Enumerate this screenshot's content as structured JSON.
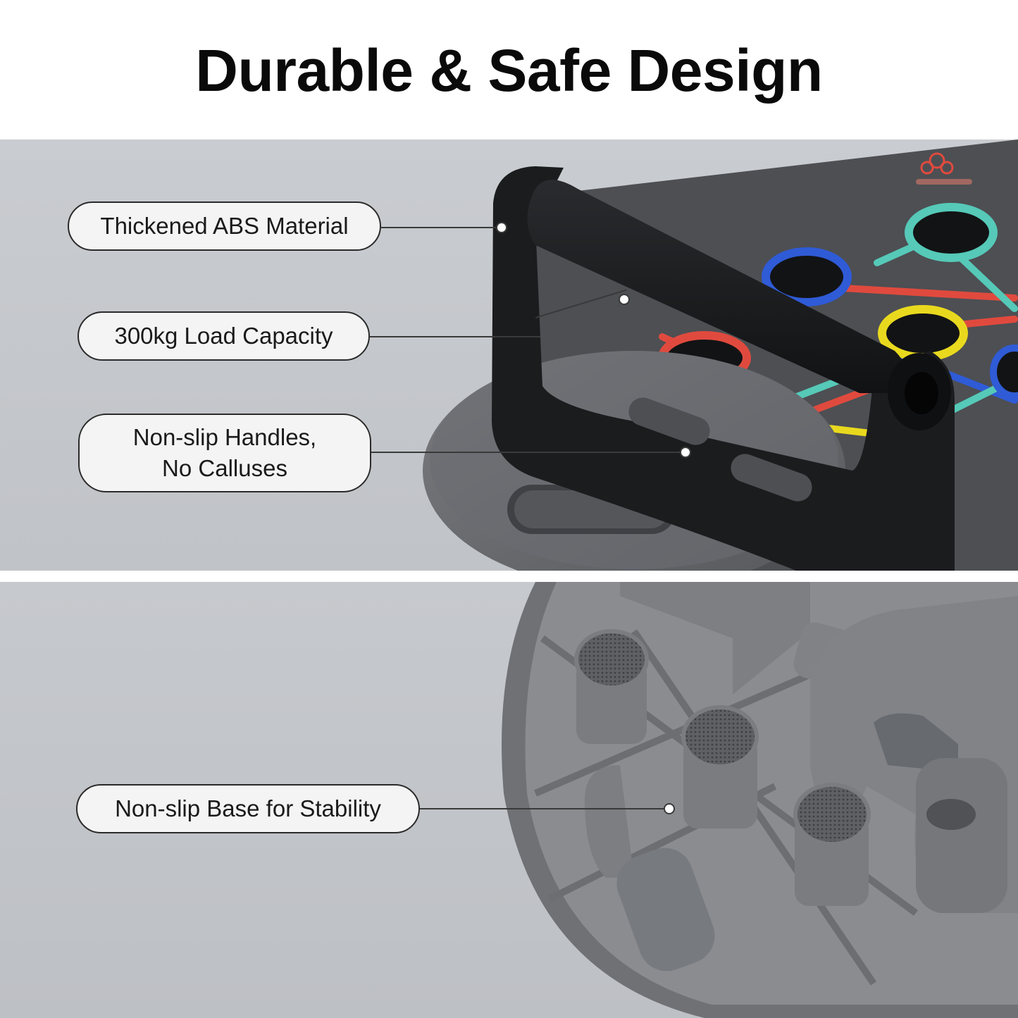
{
  "page": {
    "title": "Durable & Safe Design"
  },
  "callouts": [
    {
      "id": "thickened-abs",
      "label": "Thickened ABS Material"
    },
    {
      "id": "load-capacity",
      "label": "300kg Load Capacity"
    },
    {
      "id": "non-slip-handles",
      "line1": "Non-slip Handles,",
      "line2": "No Calluses"
    },
    {
      "id": "non-slip-base",
      "label": "Non-slip Base for Stability"
    }
  ],
  "colors": {
    "ring_blue": "#2f5bd6",
    "ring_teal": "#56c9b8",
    "ring_yellow": "#e9d91e",
    "ring_red": "#e04a3e",
    "handle_black": "#1b1c1e",
    "base_gray": "#6f7175"
  }
}
